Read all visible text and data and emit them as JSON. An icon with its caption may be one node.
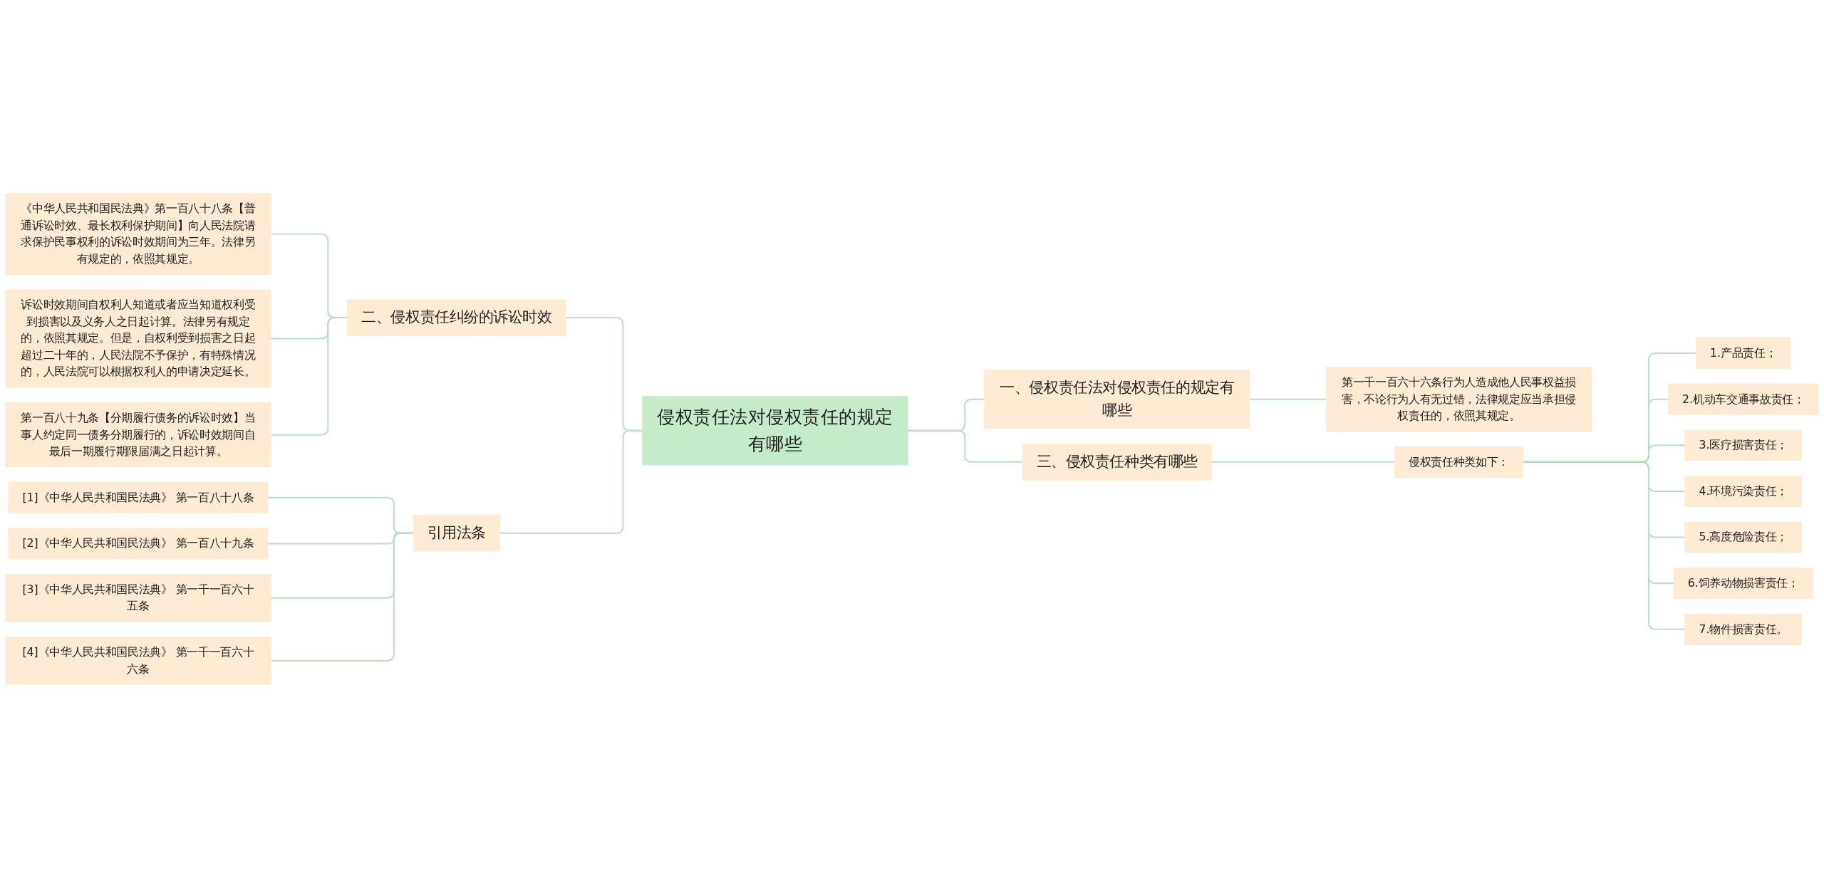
{
  "diagram": {
    "nodes": [
      {
        "text": [
          "侵权责任法对侵权责任的规定有哪些"
        ]
      },
      {
        "text": [
          "二、侵权责任纠纷的诉讼时效"
        ]
      },
      {
        "text": [
          "《中华人民共和国民法典》第一百八十八条【普通诉讼时效、最长权利保护期间】向人民法院请求保护民事权利的诉讼时效期间为三年。法律另有规定的，依照其规定。"
        ]
      },
      {
        "text": [
          "诉讼时效期间自权利人知道或者应当知道权利受到损害以及义务人之日起计算。法律另有规定的，依照其规定。但是，自权利受到损害之日起超过二十年的，人民法院不予保护，有特殊情况的，人民法院可以根据权利人的申请决定延长。"
        ]
      },
      {
        "text": [
          "第一百八十九条【分期履行债务的诉讼时效】当事人约定同一债务分期履行的，诉讼时效期间自最后一期履行期限届满之日起计算。"
        ]
      },
      {
        "text": [
          "引用法条"
        ]
      },
      {
        "text": [
          "[1]《中华人民共和国民法典》 第一百八十八条"
        ]
      },
      {
        "text": [
          "[2]《中华人民共和国民法典》 第一百八十九条"
        ]
      },
      {
        "text": [
          "[3]《中华人民共和国民法典》 第一千一百六十五条"
        ]
      },
      {
        "text": [
          "[4]《中华人民共和国民法典》 第一千一百六十六条"
        ]
      },
      {
        "text": [
          "一、侵权责任法对侵权责任的规定有哪些"
        ]
      },
      {
        "text": [
          "第一千一百六十六条行为人造成他人民事权益损害，不论行为人有无过错，法律规定应当承担侵权责任的，依照其规定。"
        ]
      },
      {
        "text": [
          "三、侵权责任种类有哪些"
        ]
      },
      {
        "text": [
          "侵权责任种类如下："
        ]
      },
      {
        "text": [
          "1.产品责任；"
        ]
      },
      {
        "text": [
          "2.机动车交通事故责任；"
        ]
      },
      {
        "text": [
          "3.医疗损害责任；"
        ]
      },
      {
        "text": [
          "4.环境污染责任；"
        ]
      },
      {
        "text": [
          "5.高度危险责任；"
        ]
      },
      {
        "text": [
          "6.饲养动物损害责任；"
        ]
      },
      {
        "text": [
          "7.物件损害责任。"
        ]
      }
    ],
    "edges": [
      {
        "from": 2,
        "to": 1,
        "arrow": "none"
      },
      {
        "from": 3,
        "to": 1,
        "arrow": "none"
      },
      {
        "from": 4,
        "to": 1,
        "arrow": "none"
      },
      {
        "from": 1,
        "to": 0,
        "arrow": "none"
      },
      {
        "from": 6,
        "to": 5,
        "arrow": "none"
      },
      {
        "from": 7,
        "to": 5,
        "arrow": "none"
      },
      {
        "from": 8,
        "to": 5,
        "arrow": "none"
      },
      {
        "from": 9,
        "to": 5,
        "arrow": "none"
      },
      {
        "from": 5,
        "to": 0,
        "arrow": "none"
      },
      {
        "from": 0,
        "to": 10,
        "arrow": "none"
      },
      {
        "from": 10,
        "to": 11,
        "arrow": "none"
      },
      {
        "from": 0,
        "to": 12,
        "arrow": "none"
      },
      {
        "from": 12,
        "to": 13,
        "arrow": "none"
      },
      {
        "from": 13,
        "to": 14,
        "arrow": "none"
      },
      {
        "from": 13,
        "to": 15,
        "arrow": "none"
      },
      {
        "from": 13,
        "to": 16,
        "arrow": "none"
      },
      {
        "from": 13,
        "to": 17,
        "arrow": "none"
      },
      {
        "from": 13,
        "to": 18,
        "arrow": "none"
      },
      {
        "from": 13,
        "to": 19,
        "arrow": "none"
      },
      {
        "from": 13,
        "to": 20,
        "arrow": "none"
      }
    ]
  }
}
